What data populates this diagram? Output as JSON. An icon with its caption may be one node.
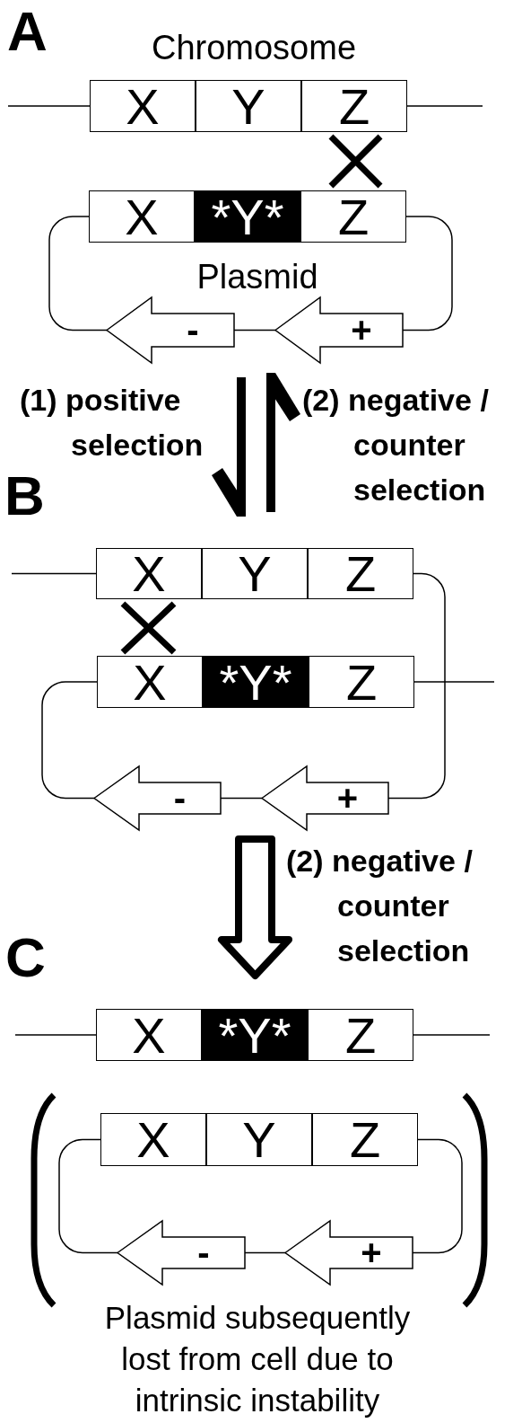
{
  "diagram": {
    "nodes": [
      {
        "text": [
          "A"
        ]
      },
      {
        "text": [
          "X"
        ],
        "in": 0
      },
      {
        "text": [
          "Y"
        ],
        "in": 0
      },
      {
        "text": [
          "Z"
        ],
        "in": 0
      },
      {
        "text": [
          "X"
        ],
        "in": 0
      },
      {
        "text": [
          "*Y*"
        ],
        "in": 0
      },
      {
        "text": [
          "Z"
        ],
        "in": 0
      },
      {
        "text": [
          "-"
        ],
        "in": 0
      },
      {
        "text": [
          "+"
        ],
        "in": 0
      },
      {
        "text": [
          "B"
        ]
      },
      {
        "text": [
          "X"
        ],
        "in": 9
      },
      {
        "text": [
          "Y"
        ],
        "in": 9
      },
      {
        "text": [
          "Z"
        ],
        "in": 9
      },
      {
        "text": [
          "X"
        ],
        "in": 9
      },
      {
        "text": [
          "*Y*"
        ],
        "in": 9
      },
      {
        "text": [
          "Z"
        ],
        "in": 9
      },
      {
        "text": [
          "-"
        ],
        "in": 9
      },
      {
        "text": [
          "+"
        ],
        "in": 9
      },
      {
        "text": [
          "C"
        ]
      },
      {
        "text": [
          "X"
        ],
        "in": 18
      },
      {
        "text": [
          "*Y*"
        ],
        "in": 18
      },
      {
        "text": [
          "Z"
        ],
        "in": 18
      },
      {
        "text": [
          "X"
        ],
        "in": 18
      },
      {
        "text": [
          "Y"
        ],
        "in": 18
      },
      {
        "text": [
          "Z"
        ],
        "in": 18
      },
      {
        "text": [
          "-"
        ],
        "in": 18
      },
      {
        "text": [
          "+"
        ],
        "in": 18
      }
    ],
    "edges": [
      {
        "from": null,
        "to": 1,
        "arrow": "none"
      },
      {
        "from": 3,
        "to": null,
        "arrow": "none"
      },
      {
        "from": 4,
        "to": 7,
        "arrow": "none"
      },
      {
        "from": 7,
        "to": 8,
        "arrow": "none"
      },
      {
        "from": 8,
        "to": 6,
        "arrow": "none"
      },
      {
        "from": null,
        "to": 10,
        "arrow": "none"
      },
      {
        "from": 12,
        "to": 17,
        "arrow": "none"
      },
      {
        "from": 13,
        "to": 16,
        "arrow": "none"
      },
      {
        "from": 16,
        "to": 17,
        "arrow": "none"
      },
      {
        "from": 15,
        "to": null,
        "arrow": "none"
      },
      {
        "from": null,
        "to": 19,
        "arrow": "none"
      },
      {
        "from": 21,
        "to": null,
        "arrow": "none"
      },
      {
        "from": 22,
        "to": 25,
        "arrow": "none"
      },
      {
        "from": 25,
        "to": 26,
        "arrow": "none"
      },
      {
        "from": 26,
        "to": 24,
        "arrow": "none"
      },
      {
        "from": 0,
        "to": 9,
        "arrow": "to",
        "label": "(1) positive selection",
        "style": "thick"
      },
      {
        "from": 9,
        "to": 0,
        "arrow": "to",
        "label": "(2) negative / counter selection",
        "style": "thick"
      },
      {
        "from": 9,
        "to": 18,
        "arrow": "to",
        "label": "(2) negative / counter selection",
        "style": "thick"
      }
    ],
    "labels": [
      "Chromosome",
      "Plasmid",
      "Plasmid subsequently lost from cell due to intrinsic instability"
    ]
  }
}
